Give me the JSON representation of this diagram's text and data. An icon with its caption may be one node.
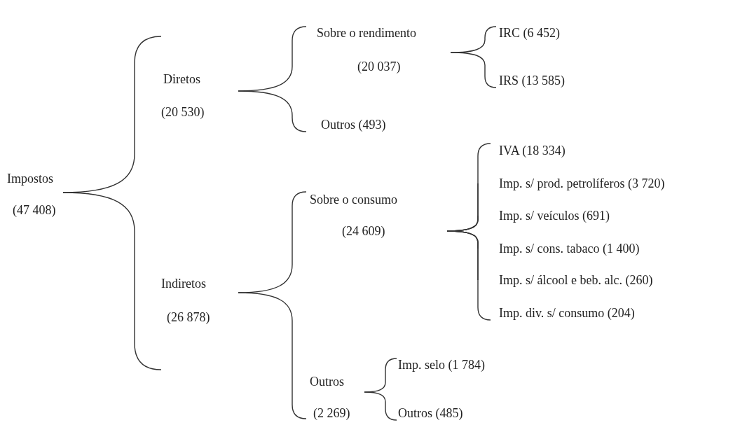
{
  "diagram": {
    "nodes": [
      {
        "text": [
          "Impostos",
          "(47 408)"
        ]
      },
      {
        "text": [
          "Diretos",
          "(20 530)"
        ]
      },
      {
        "text": [
          "Indiretos",
          "(26 878)"
        ]
      },
      {
        "text": [
          "Sobre o rendimento",
          "(20 037)"
        ]
      },
      {
        "text": [
          "Outros (493)"
        ]
      },
      {
        "text": [
          "IRC (6 452)"
        ]
      },
      {
        "text": [
          "IRS (13 585)"
        ]
      },
      {
        "text": [
          "Sobre o consumo",
          "(24 609)"
        ]
      },
      {
        "text": [
          "Outros",
          "(2 269)"
        ]
      },
      {
        "text": [
          "IVA (18 334)"
        ]
      },
      {
        "text": [
          "Imp. s/ prod. petrolíferos (3 720)"
        ]
      },
      {
        "text": [
          "Imp. s/ veículos (691)"
        ]
      },
      {
        "text": [
          "Imp. s/ cons. tabaco (1 400)"
        ]
      },
      {
        "text": [
          "Imp. s/ álcool e beb. alc. (260)"
        ]
      },
      {
        "text": [
          "Imp. div. s/ consumo (204)"
        ]
      },
      {
        "text": [
          "Imp. selo (1 784)"
        ]
      },
      {
        "text": [
          "Outros (485)"
        ]
      }
    ],
    "edges": [
      {
        "from": 0,
        "to": 1,
        "arrow": "none"
      },
      {
        "from": 0,
        "to": 2,
        "arrow": "none"
      },
      {
        "from": 1,
        "to": 3,
        "arrow": "none"
      },
      {
        "from": 1,
        "to": 4,
        "arrow": "none"
      },
      {
        "from": 3,
        "to": 5,
        "arrow": "none"
      },
      {
        "from": 3,
        "to": 6,
        "arrow": "none"
      },
      {
        "from": 2,
        "to": 7,
        "arrow": "none"
      },
      {
        "from": 2,
        "to": 8,
        "arrow": "none"
      },
      {
        "from": 7,
        "to": 9,
        "arrow": "none"
      },
      {
        "from": 7,
        "to": 10,
        "arrow": "none"
      },
      {
        "from": 7,
        "to": 11,
        "arrow": "none"
      },
      {
        "from": 7,
        "to": 12,
        "arrow": "none"
      },
      {
        "from": 7,
        "to": 13,
        "arrow": "none"
      },
      {
        "from": 7,
        "to": 14,
        "arrow": "none"
      },
      {
        "from": 8,
        "to": 15,
        "arrow": "none"
      },
      {
        "from": 8,
        "to": 16,
        "arrow": "none"
      }
    ]
  }
}
